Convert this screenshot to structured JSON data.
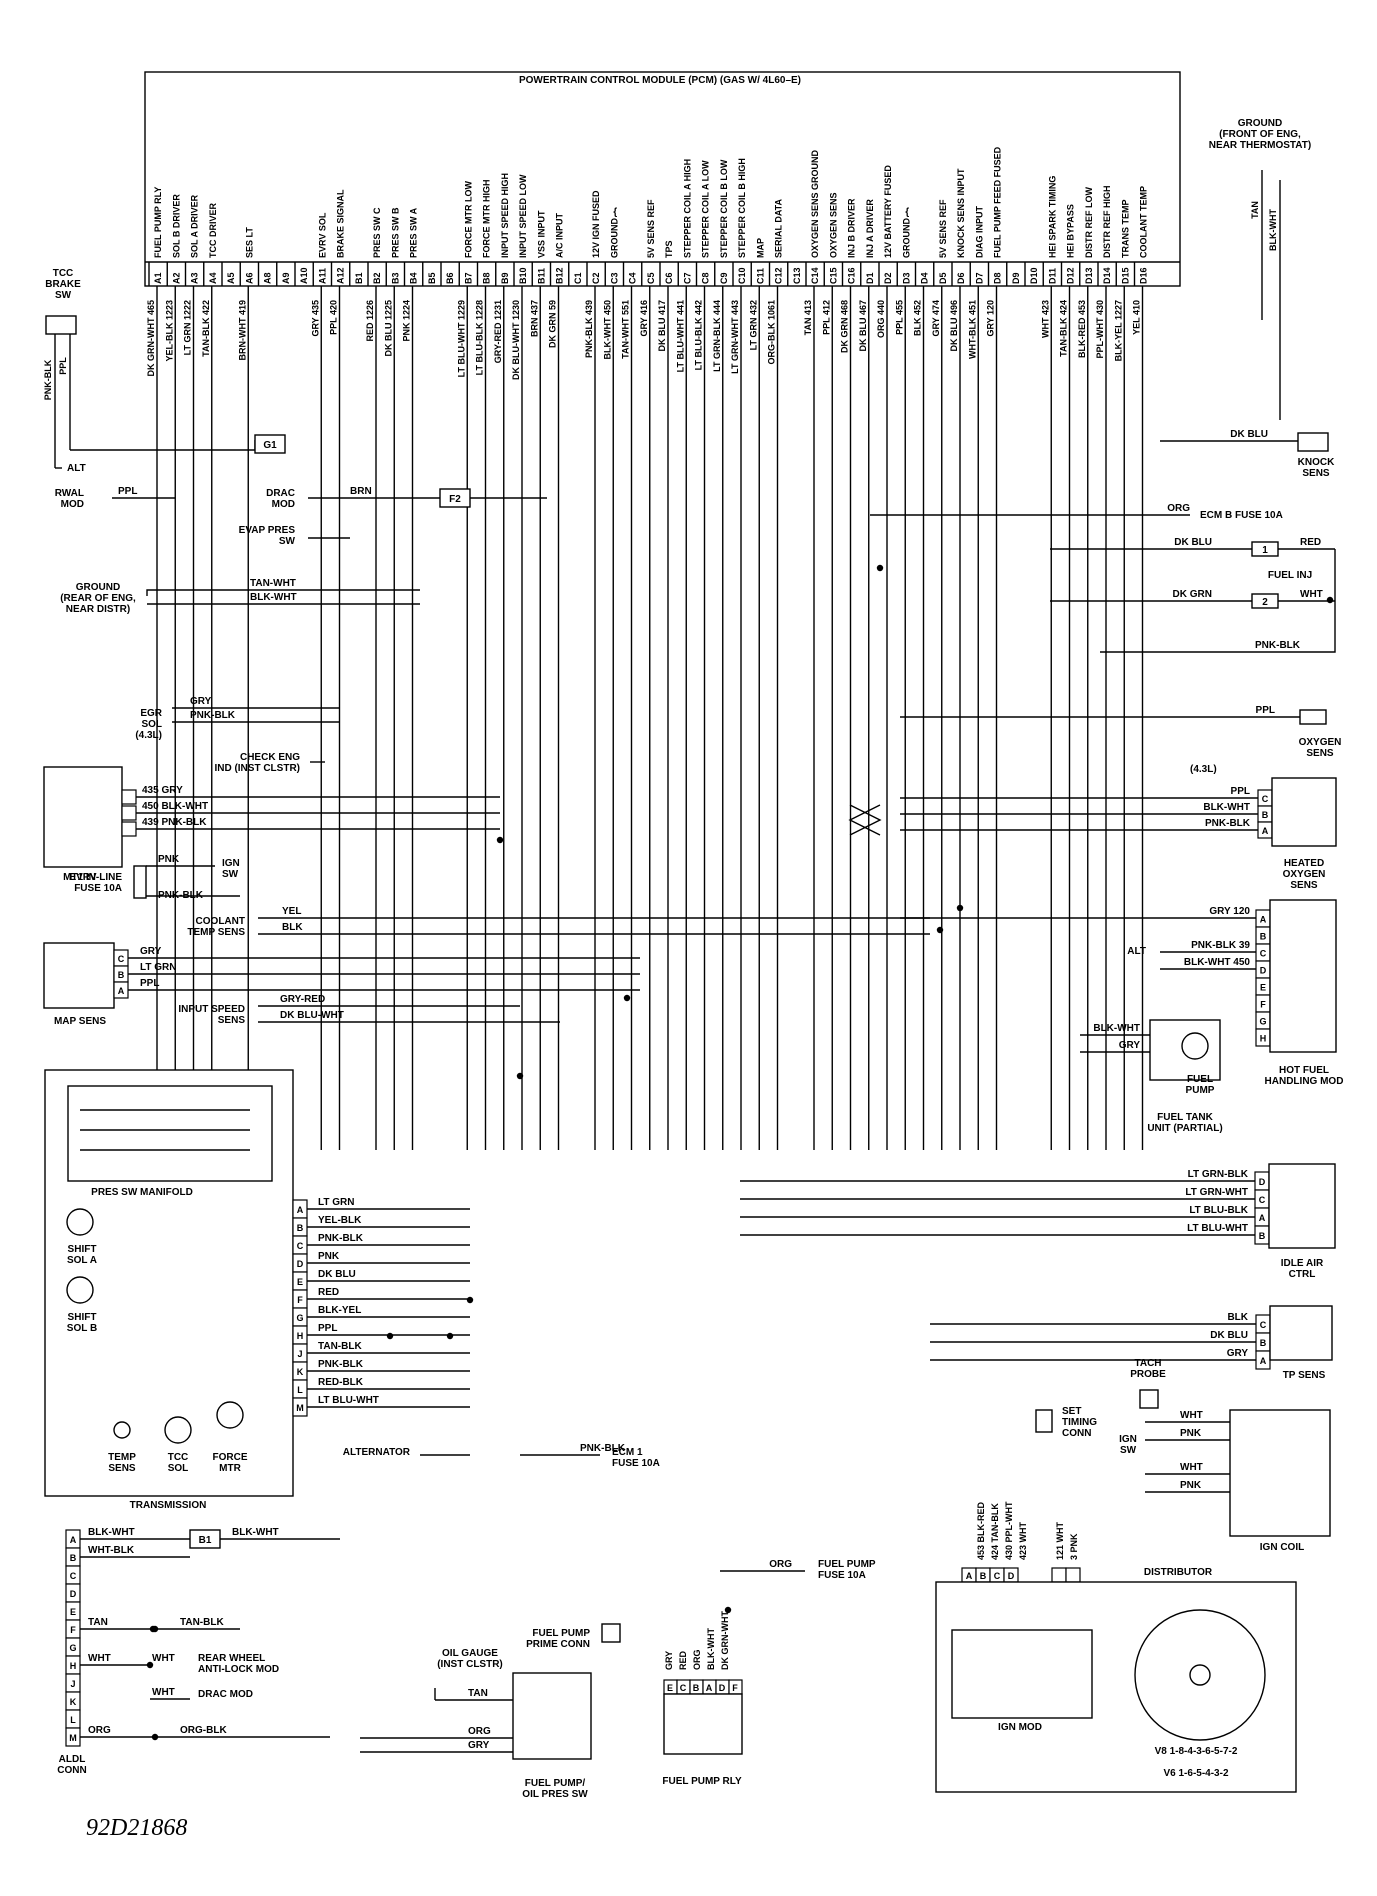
{
  "pcm": {
    "title": "POWERTRAIN CONTROL MODULE (PCM) (GAS W/ 4L60–E)",
    "functions": [
      "FUEL PUMP RLY",
      "SOL B DRIVER",
      "SOL A DRIVER",
      "TCC DRIVER",
      "",
      "SES LT",
      "",
      "",
      "",
      "EVRV SOL",
      "BRAKE SIGNAL",
      "",
      "PRES SW C",
      "PRES SW B",
      "PRES SW A",
      "",
      "",
      "FORCE MTR LOW",
      "FORCE MTR HIGH",
      "INPUT SPEED HIGH",
      "INPUT SPEED LOW",
      "VSS INPUT",
      "A/C INPUT",
      "",
      "12V IGN FUSED",
      "GROUND",
      "",
      "5V SENS REF",
      "TPS",
      "STEPPER COIL A HIGH",
      "STEPPER COIL A LOW",
      "STEPPER COIL B LOW",
      "STEPPER COIL B HIGH",
      "MAP",
      "SERIAL DATA",
      "",
      "OXYGEN SENS GROUND",
      "OXYGEN SENS",
      "INJ B DRIVER",
      "INJ A DRIVER",
      "12V BATTERY FUSED",
      "GROUND",
      "",
      "5V SENS REF",
      "KNOCK SENS INPUT",
      "DIAG INPUT",
      "FUEL PUMP FEED FUSED",
      "",
      "",
      "HEI SPARK TIMING",
      "HEI BYPASS",
      "DISTR REF LOW",
      "DISTR REF HIGH",
      "TRANS TEMP",
      "COOLANT TEMP"
    ],
    "pins": [
      "A1",
      "A2",
      "A3",
      "A4",
      "A5",
      "A6",
      "A8",
      "A9",
      "A10",
      "A11",
      "A12",
      "B1",
      "B2",
      "B3",
      "B4",
      "B5",
      "B6",
      "B7",
      "B8",
      "B9",
      "B10",
      "B11",
      "B12",
      "C1",
      "C2",
      "C3",
      "C4",
      "C5",
      "C6",
      "C7",
      "C8",
      "C9",
      "C10",
      "C11",
      "C12",
      "C13",
      "C14",
      "C15",
      "C16",
      "D1",
      "D2",
      "D3",
      "D4",
      "D5",
      "D6",
      "D7",
      "D8",
      "D9",
      "D10",
      "D11",
      "D12",
      "D13",
      "D14",
      "D15",
      "D16"
    ],
    "wires": [
      "DK GRN-WHT 465",
      "YEL-BLK 1223",
      "LT GRN 1222",
      "TAN-BLK 422",
      "",
      "BRN-WHT 419",
      "",
      "",
      "",
      "GRY 435",
      "PPL 420",
      "",
      "RED 1226",
      "DK BLU 1225",
      "PNK 1224",
      "",
      "",
      "LT BLU-WHT 1229",
      "LT BLU-BLK 1228",
      "GRY-RED 1231",
      "DK BLU-WHT 1230",
      "BRN 437",
      "DK GRN 59",
      "",
      "PNK-BLK 439",
      "BLK-WHT 450",
      "TAN-WHT 551",
      "GRY 416",
      "DK BLU 417",
      "LT BLU-WHT 441",
      "LT BLU-BLK 442",
      "LT GRN-BLK 444",
      "LT GRN-WHT 443",
      "LT GRN 432",
      "ORG-BLK 1061",
      "",
      "TAN 413",
      "PPL 412",
      "DK GRN 468",
      "DK BLU 467",
      "ORG 440",
      "PPL 455",
      "BLK 452",
      "GRY 474",
      "DK BLU 496",
      "WHT-BLK 451",
      "GRY 120",
      "",
      "",
      "WHT 423",
      "TAN-BLK 424",
      "BLK-RED 453",
      "PPL-WHT 430",
      "BLK-YEL 1227",
      "YEL 410"
    ]
  },
  "left": {
    "tcc_brake_sw": "TCC\nBRAKE\nSW",
    "pnk_blk": "PNK-BLK",
    "ppl": "PPL",
    "alt": "ALT",
    "rwal_mod": "RWAL\nMOD",
    "rwal_wire": "PPL",
    "g1": "G1",
    "f2": "F2",
    "drac_mod": "DRAC\nMOD",
    "drac_wire": "BRN",
    "evap_pres_sw": "EVAP PRES\nSW",
    "ground_rear": "GROUND\n(REAR OF ENG,\nNEAR DISTR)",
    "tan_wht": "TAN-WHT",
    "blk_wht": "BLK-WHT",
    "egr_sol": "EGR\nSOL\n(4.3L)",
    "egr_gry": "GRY",
    "egr_pnk": "PNK-BLK",
    "check_eng": "CHECK ENG\nIND (INST CLSTR)",
    "evrv_wires": [
      "435 GRY",
      "450 BLK-WHT",
      "439 PNK-BLK"
    ],
    "evrv": "EVRV",
    "mt1": "MT1 IN-LINE\nFUSE 10A",
    "mt1_pnk": "PNK",
    "mt1_pnkblk": "PNK-BLK",
    "ign_sw": "IGN\nSW",
    "coolant": "COOLANT\nTEMP SENS",
    "coolant_yel": "YEL",
    "coolant_blk": "BLK",
    "map_wires": [
      "GRY",
      "LT GRN",
      "PPL"
    ],
    "map_pins": [
      "C",
      "B",
      "A"
    ],
    "map_sens": "MAP SENS",
    "input_speed": "INPUT SPEED\nSENS",
    "is_gry": "GRY-RED",
    "is_dkblu": "DK BLU-WHT",
    "pres_sw_manifold": "PRES SW MANIFOLD",
    "shift_sol_a": "SHIFT\nSOL A",
    "shift_sol_b": "SHIFT\nSOL B",
    "temp_sens": "TEMP\nSENS",
    "tcc_sol": "TCC\nSOL",
    "force_mtr": "FORCE\nMTR",
    "transmission": "TRANSMISSION",
    "trans_pins": [
      "A",
      "B",
      "C",
      "D",
      "E",
      "F",
      "G",
      "H",
      "J",
      "K",
      "L",
      "M"
    ],
    "trans_wires": [
      "LT GRN",
      "YEL-BLK",
      "PNK-BLK",
      "PNK",
      "DK BLU",
      "RED",
      "BLK-YEL",
      "PPL",
      "TAN-BLK",
      "PNK-BLK",
      "RED-BLK",
      "LT BLU-WHT"
    ],
    "alternator": "ALTERNATOR",
    "ecm1": "ECM 1\nFUSE 10A",
    "ecm1_wire": "PNK-BLK",
    "aldl_pins": [
      "A",
      "B",
      "C",
      "D",
      "E",
      "F",
      "G",
      "H",
      "J",
      "K",
      "L",
      "M"
    ],
    "aldl_conn": "ALDL\nCONN",
    "aldl_blkwht": "BLK-WHT",
    "aldl_whtblk": "WHT-BLK",
    "b1": "B1",
    "b1_wire": "BLK-WHT",
    "aldl_tan": "TAN",
    "aldl_tanblk": "TAN-BLK",
    "aldl_wht": "WHT",
    "aldl_wht2": "WHT",
    "rear_wheel": "REAR WHEEL\nANTI-LOCK MOD",
    "aldl_wht3": "WHT",
    "drac_mod2": "DRAC MOD",
    "aldl_org": "ORG",
    "aldl_orgblk": "ORG-BLK"
  },
  "right": {
    "ground_front": "GROUND\n(FRONT OF ENG,\nNEAR THERMOSTAT)",
    "gf_tan": "TAN",
    "gf_blkwht": "BLK-WHT",
    "knock_sens": "KNOCK\nSENS",
    "knock_wire": "DK BLU",
    "ecm_b": "ECM B FUSE 10A",
    "ecm_b_wire": "ORG",
    "inj_dkblu": "DK BLU",
    "inj_red": "RED",
    "inj_dkgrn": "DK GRN",
    "inj_wht": "WHT",
    "inj_1": "1",
    "inj_2": "2",
    "fuel_inj": "FUEL INJ",
    "inj_pnkblk": "PNK-BLK",
    "o2_ppl": "PPL",
    "oxygen_sens": "OXYGEN\nSENS",
    "ho2_43": "(4.3L)",
    "ho2_wires": [
      "PPL",
      "BLK-WHT",
      "PNK-BLK"
    ],
    "ho2_pins": [
      "C",
      "B",
      "A"
    ],
    "heated_o2": "HEATED\nOXYGEN\nSENS",
    "hf_pins": [
      "A",
      "B",
      "C",
      "D",
      "E",
      "F",
      "G",
      "H"
    ],
    "hf_gry120": "GRY 120",
    "hf_alt": "ALT",
    "hf_pnkblk": "PNK-BLK 39",
    "hf_blkwht": "BLK-WHT 450",
    "hot_fuel": "HOT FUEL\nHANDLING MOD",
    "fp_blkwht": "BLK-WHT",
    "fp_gry": "GRY",
    "fuel_pump": "FUEL\nPUMP",
    "fuel_tank": "FUEL TANK\nUNIT (PARTIAL)",
    "iac_wires": [
      "LT GRN-BLK",
      "LT GRN-WHT",
      "LT BLU-BLK",
      "LT BLU-WHT"
    ],
    "iac_pins": [
      "D",
      "C",
      "A",
      "B"
    ],
    "idle_air": "IDLE AIR\nCTRL",
    "tp_wires": [
      "BLK",
      "DK BLU",
      "GRY"
    ],
    "tp_pins": [
      "C",
      "B",
      "A"
    ],
    "tp_sens": "TP SENS",
    "tach_probe": "TACH\nPROBE",
    "set_timing": "SET\nTIMING\nCONN",
    "ign_sw2": "IGN\nSW",
    "ign_wht": "WHT",
    "ign_pnk": "PNK",
    "ign_wht2": "WHT",
    "ign_pnk2": "PNK",
    "ign_coil": "IGN COIL",
    "dist_wires": [
      "453 BLK-RED",
      "424 TAN-BLK",
      "430 PPL-WHT",
      "423 WHT"
    ],
    "dist_pins": [
      "A",
      "B",
      "C",
      "D"
    ],
    "dist_wires2": [
      "121 WHT",
      "3 PNK"
    ],
    "distributor": "DISTRIBUTOR",
    "ign_mod": "IGN MOD",
    "v8": "V8 1-8-4-3-6-5-7-2",
    "v6": "V6 1-6-5-4-3-2",
    "fp_org": "ORG",
    "fp_fuse": "FUEL PUMP\nFUSE 10A",
    "fp_prime": "FUEL PUMP\nPRIME CONN",
    "oil_gauge": "OIL GAUGE\n(INST CLSTR)",
    "oil_tan": "TAN",
    "oil_org": "ORG",
    "oil_gry": "GRY",
    "fp_oil_sw": "FUEL PUMP/\nOIL PRES SW",
    "rly_wires": [
      "GRY",
      "RED",
      "ORG",
      "BLK-WHT",
      "DK GRN-WHT"
    ],
    "rly_pins": [
      "E",
      "C",
      "B",
      "A",
      "D",
      "F"
    ],
    "fp_rly": "FUEL PUMP RLY"
  },
  "code": "92D21868"
}
